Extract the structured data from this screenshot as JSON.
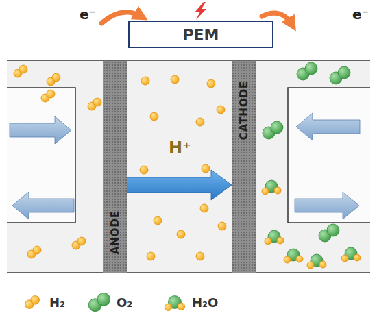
{
  "diagram": {
    "nodes": [
      {
        "text": [
          "PEM"
        ]
      },
      {
        "text": [
          "ANODE"
        ]
      },
      {
        "text": [
          "CATHODE"
        ]
      }
    ],
    "edges": [
      {
        "from": 1,
        "to": 2,
        "arrow": "to"
      }
    ],
    "labels": [
      "e⁻",
      "e⁻",
      "H⁺"
    ],
    "legend": [
      {
        "text": "H₂"
      },
      {
        "text": "O₂"
      },
      {
        "text": "H₂O"
      }
    ]
  }
}
